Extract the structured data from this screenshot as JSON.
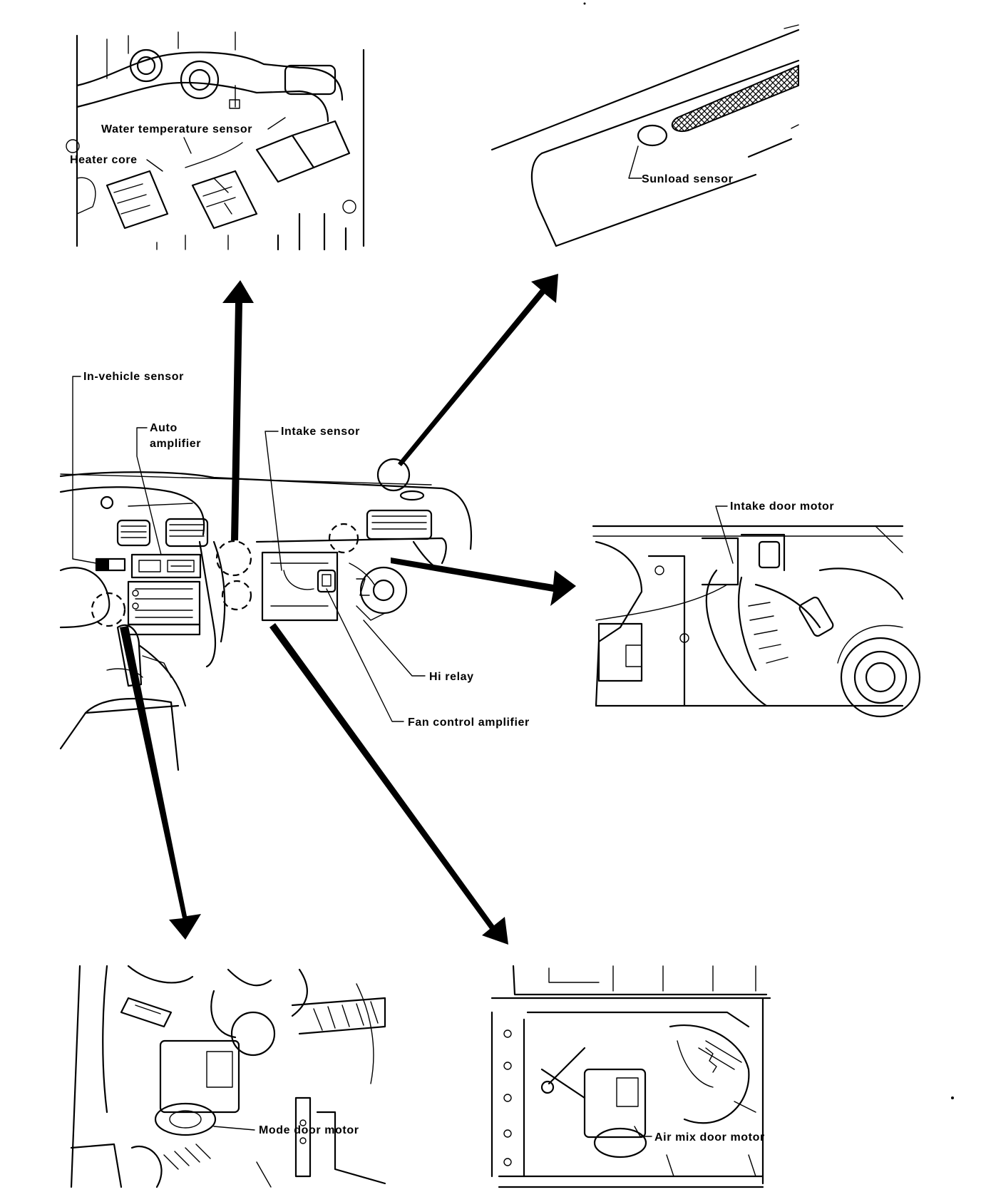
{
  "labels": {
    "water_temperature_sensor": "Water temperature sensor",
    "heater_core": "Heater core",
    "sunload_sensor": "Sunload sensor",
    "in_vehicle_sensor": "In-vehicle sensor",
    "auto_amplifier_line1": "Auto",
    "auto_amplifier_line2": "amplifier",
    "intake_sensor": "Intake sensor",
    "intake_door_motor": "Intake door motor",
    "hi_relay": "Hi relay",
    "fan_control_amplifier": "Fan control amplifier",
    "mode_door_motor": "Mode door motor",
    "air_mix_door_motor": "Air mix door motor"
  },
  "colors": {
    "ink": "#000000",
    "paper": "#ffffff"
  }
}
